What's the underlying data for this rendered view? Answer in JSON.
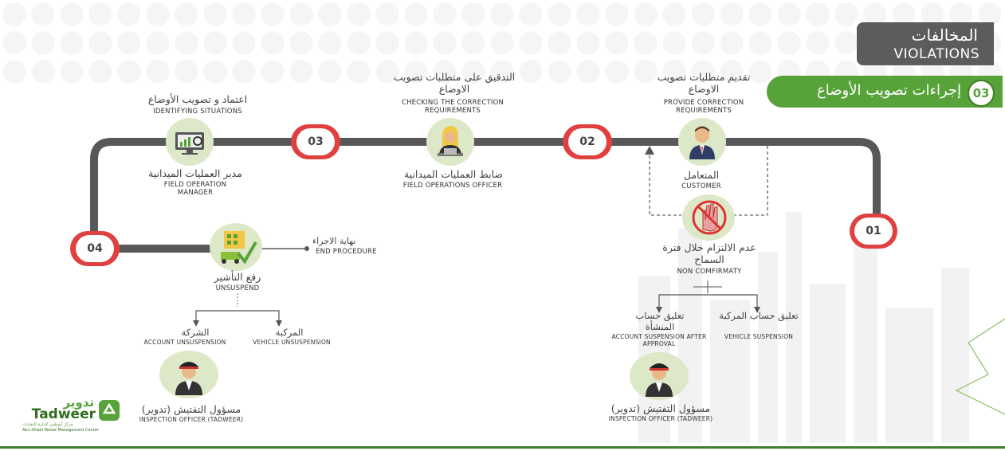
{
  "header": {
    "title_ar": "المخالفات",
    "title_en": "VIOLATIONS",
    "step_number": "03",
    "step_title": "إجراءات تصويب الأوضاع"
  },
  "nodes": {
    "customer": {
      "task_ar": "تقديم متطلبات تصويب الاوضاع",
      "task_en": "PROVIDE CORRECTION REQUIREMENTS",
      "role_ar": "المتعامل",
      "role_en": "CUSTOMER"
    },
    "officer": {
      "task_ar": "التدقيق على متطلبات تصويب الاوضاع",
      "task_en": "CHECKING THE CORRECTION REQUIREMENTS",
      "role_ar": "ضابط العمليات الميدانية",
      "role_en": "FIELD OPERATIONS OFFICER"
    },
    "manager": {
      "task_ar": "اعتماد و تصويب الأوضاع",
      "task_en": "IDENTIFYING SITUATIONS",
      "role_ar": "مدير العمليات الميدانية",
      "role_en": "FIELD OPERATION MANAGER"
    },
    "unsuspend": {
      "role_ar": "رفع التأشير",
      "role_en": "UNSUSPEND",
      "end_ar": "نهاية الاجراء",
      "end_en": "END PROCEDURE"
    },
    "noncompliance": {
      "ar": "عدم الالتزام خلال فترة السماح",
      "en": "NON COMFIRMATY"
    }
  },
  "steps": [
    "01",
    "02",
    "03",
    "04"
  ],
  "branches_left": {
    "company_ar": "الشركة",
    "company_en": "ACCOUNT UNSUSPENSION",
    "vehicle_ar": "المركبة",
    "vehicle_en": "VEHICLE UNSUSPENSION"
  },
  "branches_right": {
    "facility_ar": "تعليق حساب المنشأة",
    "facility_en": "ACCOUNT SUSPENSION AFTER APPROVAL",
    "vehicle_ar": "تعليق حساب المركبة",
    "vehicle_en": "VEHICLE SUSPENSION"
  },
  "inspectors": {
    "left_ar": "مسؤول التفتيش (تدوير)",
    "left_en": "INSPECTION OFFICER (TADWEER)",
    "right_ar": "مسؤول التفتيش (تدوير)",
    "right_en": "INSPECTION OFFICER (TADWEER)"
  },
  "logo": {
    "ar": "تدوير",
    "en": "Tadweer",
    "sub_ar": "مركز أبوظبي لإدارة النفايات",
    "sub_en": "Abu Dhabi Waste Management Center"
  },
  "colors": {
    "track": "#585858",
    "badge_ring": "#e0403f",
    "green": "#57a33a",
    "icon_circle": "#dde8c8"
  }
}
